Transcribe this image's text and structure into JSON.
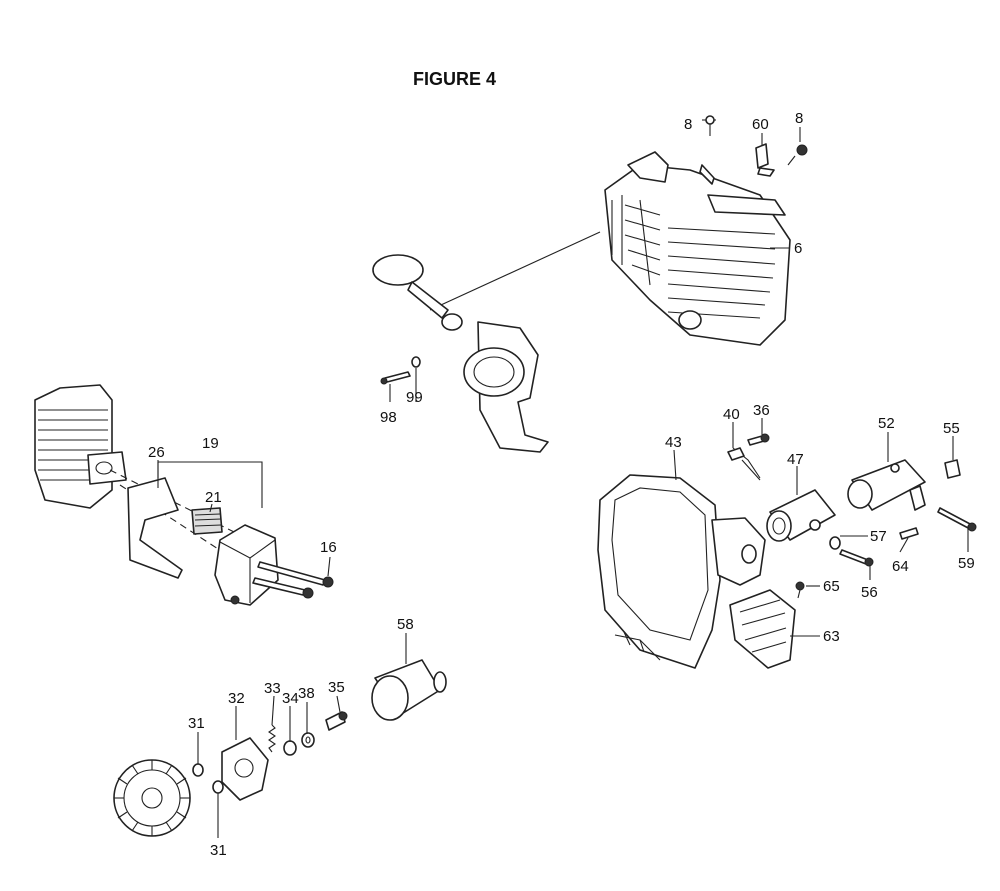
{
  "title": "FIGURE 4",
  "callouts": [
    "8",
    "60",
    "8",
    "6",
    "98",
    "99",
    "19",
    "26",
    "21",
    "16",
    "43",
    "40",
    "36",
    "47",
    "52",
    "55",
    "57",
    "56",
    "64",
    "59",
    "65",
    "63",
    "58",
    "32",
    "33",
    "34",
    "38",
    "35",
    "31",
    "31"
  ]
}
